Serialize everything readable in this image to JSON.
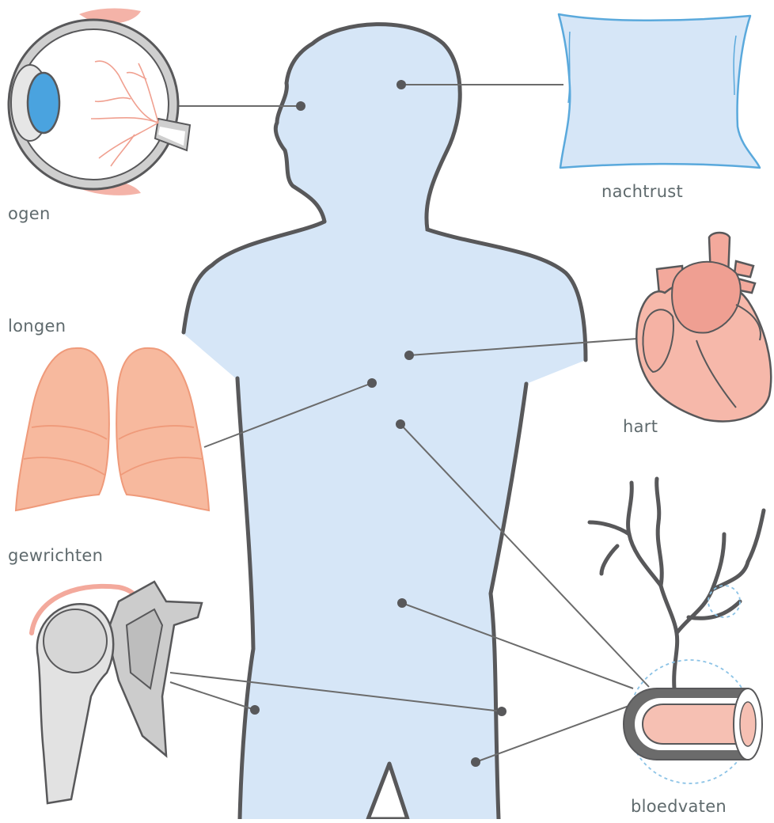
{
  "labels": {
    "ogen": "ogen",
    "nachtrust": "nachtrust",
    "longen": "longen",
    "hart": "hart",
    "gewrichten": "gewrichten",
    "bloedvaten": "bloedvaten"
  },
  "colors": {
    "body_fill": "#d6e6f7",
    "outline": "#58585a",
    "pillow_stroke": "#5aa9dc",
    "organ_pink": "#f3a99c",
    "lung_fill": "#f7b99e",
    "eye_lens": "#4aa3df",
    "bone": "#d9d9d9",
    "connector": "#6b6b6b"
  }
}
